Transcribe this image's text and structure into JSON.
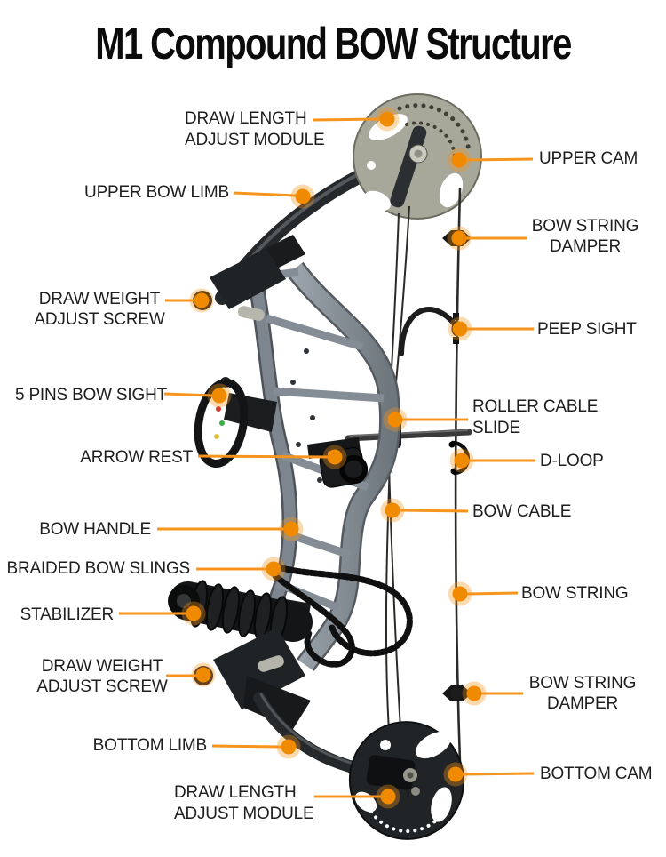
{
  "title": "M1 Compound BOW Structure",
  "colors": {
    "leader_line": "#F7941D",
    "marker_core": "#F08A00",
    "marker_halo": "rgba(247,148,29,0.35)",
    "label_text": "#1e1e1e",
    "title_text": "#0b0b0b",
    "background": "#ffffff"
  },
  "diagram": {
    "subject": "M1 compound bow part structure",
    "labels": [
      {
        "id": "draw-length-adjust-module-top",
        "text": "DRAW LENGTH\nADJUST MODULE"
      },
      {
        "id": "upper-cam",
        "text": "UPPER CAM"
      },
      {
        "id": "upper-bow-limb",
        "text": "UPPER BOW LIMB"
      },
      {
        "id": "bow-string-damper-top",
        "text": "BOW STRING\nDAMPER"
      },
      {
        "id": "draw-weight-adjust-screw-top",
        "text": "DRAW WEIGHT\nADJUST SCREW"
      },
      {
        "id": "peep-sight",
        "text": "PEEP SIGHT"
      },
      {
        "id": "five-pins-bow-sight",
        "text": "5 PINS BOW SIGHT"
      },
      {
        "id": "roller-cable-slide",
        "text": "ROLLER CABLE\nSLIDE"
      },
      {
        "id": "arrow-rest",
        "text": "ARROW REST"
      },
      {
        "id": "d-loop",
        "text": "D-LOOP"
      },
      {
        "id": "bow-handle",
        "text": "BOW HANDLE"
      },
      {
        "id": "bow-cable",
        "text": "BOW CABLE"
      },
      {
        "id": "braided-bow-slings",
        "text": "BRAIDED BOW SLINGS"
      },
      {
        "id": "bow-string",
        "text": "BOW STRING"
      },
      {
        "id": "stabilizer",
        "text": "STABILIZER"
      },
      {
        "id": "draw-weight-adjust-screw-bottom",
        "text": "DRAW WEIGHT\nADJUST SCREW"
      },
      {
        "id": "bow-string-damper-bottom",
        "text": "BOW STRING\nDAMPER"
      },
      {
        "id": "bottom-limb",
        "text": "BOTTOM LIMB"
      },
      {
        "id": "bottom-cam",
        "text": "BOTTOM CAM"
      },
      {
        "id": "draw-length-adjust-module-bottom",
        "text": "DRAW LENGTH\nADJUST MODULE"
      }
    ]
  }
}
